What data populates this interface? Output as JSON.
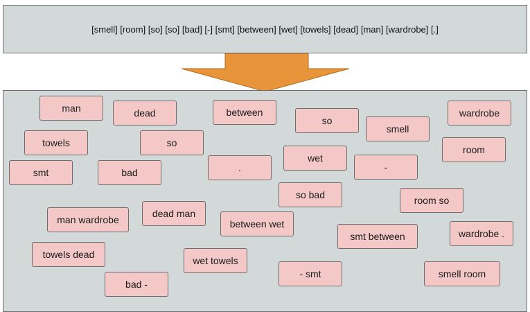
{
  "sentence": "[smell] [room] [so] [so] [bad] [-] [smt] [between] [wet] [towels] [dead] [man] [wardrobe] [.]",
  "colors": {
    "panel": "#d3d8d8",
    "token": "#f5c8c8",
    "arrow": "#e8943a",
    "border": "#6b6b6b"
  },
  "tokens": [
    "man",
    "dead",
    "between",
    "so",
    "smell",
    "wardrobe",
    "towels",
    "so",
    "room",
    "smt",
    "bad",
    ".",
    "wet",
    "-",
    "so bad",
    "room so",
    "man wardrobe",
    "dead man",
    "between wet",
    "smt between",
    "wardrobe .",
    "towels dead",
    "wet towels",
    "- smt",
    "smell room",
    "bad -"
  ]
}
